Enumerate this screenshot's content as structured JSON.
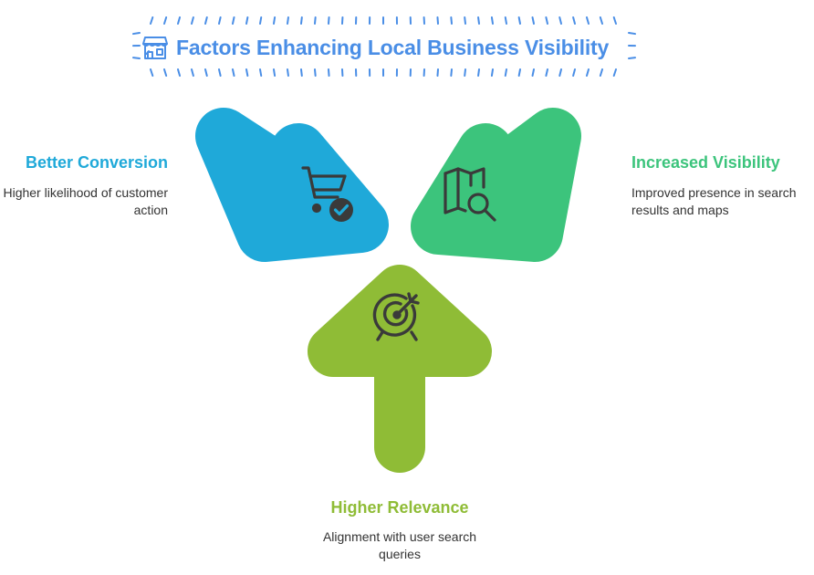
{
  "title": {
    "text": "Factors Enhancing Local Business Visibility",
    "icon": "storefront-icon",
    "color": "#4a8ee6"
  },
  "items": [
    {
      "id": "better-conversion",
      "title": "Better Conversion",
      "description": "Higher likelihood of customer action",
      "color": "#1fa9d9",
      "icon": "cart-check-icon"
    },
    {
      "id": "increased-visibility",
      "title": "Increased Visibility",
      "description": "Improved presence in search results and maps",
      "color": "#3cc47c",
      "icon": "map-search-icon"
    },
    {
      "id": "higher-relevance",
      "title": "Higher Relevance",
      "description": "Alignment with user search queries",
      "color": "#8fbc36",
      "icon": "target-icon"
    }
  ],
  "colors": {
    "icon_stroke": "#3a3a3a",
    "description_text": "#333333"
  }
}
